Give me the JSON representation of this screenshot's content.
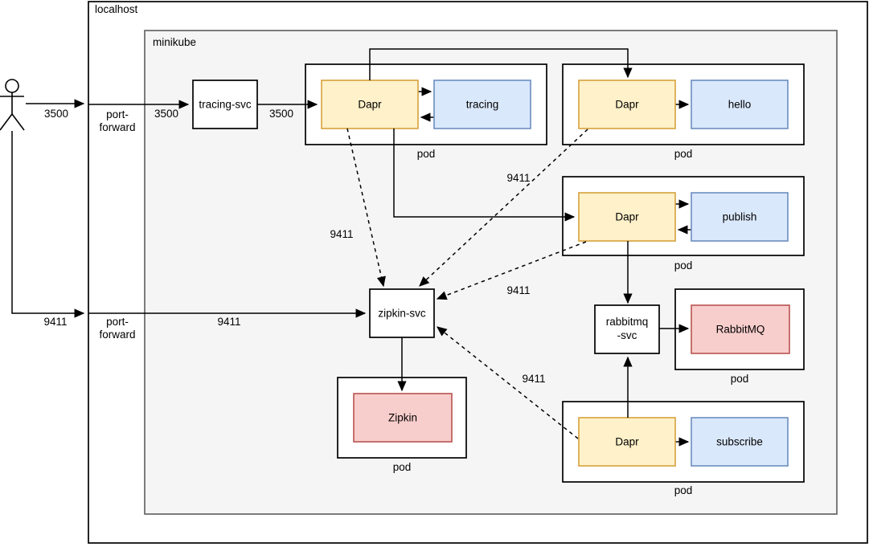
{
  "hosts": {
    "localhost": "localhost",
    "minikube": "minikube"
  },
  "services": {
    "tracing_svc": {
      "label": "tracing-svc"
    },
    "zipkin_svc": {
      "label": "zipkin-svc"
    },
    "rabbitmq_svc": {
      "label_line1": "rabbitmq",
      "label_line2": "-svc"
    }
  },
  "pods": {
    "tracing": {
      "sidecar": "Dapr",
      "app": "tracing",
      "caption": "pod"
    },
    "hello": {
      "sidecar": "Dapr",
      "app": "hello",
      "caption": "pod"
    },
    "publish": {
      "sidecar": "Dapr",
      "app": "publish",
      "caption": "pod"
    },
    "subscribe": {
      "sidecar": "Dapr",
      "app": "subscribe",
      "caption": "pod"
    },
    "zipkin": {
      "app": "Zipkin",
      "caption": "pod"
    },
    "rabbitmq": {
      "app": "RabbitMQ",
      "caption": "pod"
    }
  },
  "labels": {
    "port_forward": {
      "line1": "port-",
      "line2": "forward"
    }
  },
  "edges": [
    {
      "from": "user",
      "to": "localhost",
      "port": "3500",
      "via": "port-forward",
      "style": "solid"
    },
    {
      "from": "localhost",
      "to": "tracing-svc",
      "port": "3500",
      "style": "solid"
    },
    {
      "from": "tracing-svc",
      "to": "dapr-tracing",
      "port": "3500",
      "style": "solid"
    },
    {
      "from": "dapr-tracing",
      "to": "tracing",
      "style": "solid",
      "bidirectional": true
    },
    {
      "from": "dapr-tracing",
      "to": "dapr-hello",
      "style": "solid"
    },
    {
      "from": "dapr-tracing",
      "to": "dapr-publish",
      "style": "solid"
    },
    {
      "from": "dapr-hello",
      "to": "hello",
      "style": "solid"
    },
    {
      "from": "dapr-publish",
      "to": "publish",
      "style": "solid",
      "bidirectional": true
    },
    {
      "from": "dapr-subscribe",
      "to": "subscribe",
      "style": "solid"
    },
    {
      "from": "dapr-tracing",
      "to": "zipkin-svc",
      "port": "9411",
      "style": "dashed"
    },
    {
      "from": "dapr-hello",
      "to": "zipkin-svc",
      "port": "9411",
      "style": "dashed"
    },
    {
      "from": "dapr-publish",
      "to": "zipkin-svc",
      "port": "9411",
      "style": "dashed"
    },
    {
      "from": "dapr-subscribe",
      "to": "zipkin-svc",
      "port": "9411",
      "style": "dashed"
    },
    {
      "from": "user",
      "to": "localhost",
      "port": "9411",
      "via": "port-forward",
      "style": "solid"
    },
    {
      "from": "localhost",
      "to": "zipkin-svc",
      "port": "9411",
      "style": "solid"
    },
    {
      "from": "zipkin-svc",
      "to": "zipkin",
      "style": "solid"
    },
    {
      "from": "dapr-publish",
      "to": "rabbitmq-svc",
      "style": "solid"
    },
    {
      "from": "dapr-subscribe",
      "to": "rabbitmq-svc",
      "style": "solid"
    },
    {
      "from": "rabbitmq-svc",
      "to": "rabbitmq",
      "style": "solid"
    }
  ],
  "colors": {
    "line-color": "#000000",
    "cluster-fill": "#F5F5F5",
    "cluster-border": "#666666",
    "node-fill": "#FFFFFF",
    "sidecar-fill": "#FFF1C9",
    "sidecar-border": "#D6A23D",
    "app-fill": "#DAE8FC",
    "app-border": "#6C8EBF",
    "broker-fill": "#F8CECC",
    "broker-border": "#B85450"
  }
}
